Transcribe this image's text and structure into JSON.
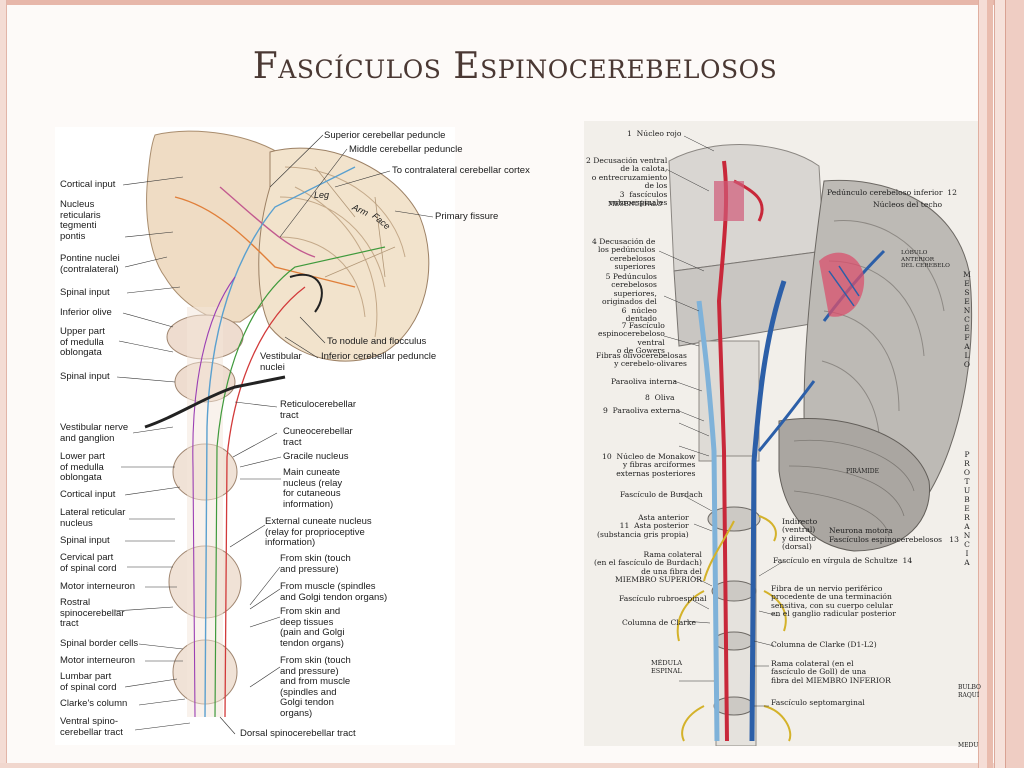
{
  "slide": {
    "title": "Fascículos Espinocerebelosos"
  },
  "left_figure": {
    "labels_left": [
      "Cortical input",
      "Nucleus\nreticularis\ntegmenti\npontis",
      "Pontine nuclei\n(contralateral)",
      "Spinal input",
      "Inferior olive",
      "Upper part\nof medulla\noblongata",
      "Spinal input",
      "Vestibular nerve\nand ganglion",
      "Lower part\nof medulla\noblongata",
      "Cortical input",
      "Lateral reticular\nnucleus",
      "Spinal input",
      "Cervical part\nof spinal cord",
      "Motor interneuron",
      "Rostral\nspinocerebellar\ntract",
      "Spinal border cells",
      "Motor interneuron",
      "Lumbar part\nof spinal cord",
      "Clarke's column",
      "Ventral spino-\ncerebellar tract"
    ],
    "labels_right": [
      "Superior cerebellar peduncle",
      "Middle cerebellar peduncle",
      "To contralateral cerebellar cortex",
      "Primary fissure",
      "To nodule and flocculus",
      "Vestibular\nnuclei",
      "Inferior cerebellar peduncle",
      "Reticulocerebellar\ntract",
      "Cuneocerebellar\ntract",
      "Gracile nucleus",
      "Main cuneate\nnucleus (relay\nfor cutaneous\ninformation)",
      "External cuneate nucleus\n(relay for proprioceptive\ninformation)",
      "From skin (touch\nand pressure)",
      "From muscle (spindles\nand Golgi tendon organs)",
      "From skin and\ndeep tissues\n(pain and Golgi\ntendon organs)",
      "From skin (touch\nand pressure)\nand from muscle\n(spindles and\nGolgi tendon\norgans)",
      "Dorsal spinocerebellar tract"
    ],
    "labels_inner": [
      "Leg",
      "Arm",
      "Face"
    ]
  },
  "right_figure": {
    "labels_left": [
      "1  Núcleo rojo",
      "2 Decusación ventral\nde la calota,\no entrecruzamiento\nde los\n3  fascículos\nrubroespinales",
      "MESENCÉFALO",
      "4 Decusación de\nlos pedúnculos\ncerebelosos\nsuperiores",
      "5 Pedúnculos\ncerebelosos\nsuperiores,\noriginados del\n6  núcleo\ndentado",
      "7 Fascículo\nespinocerebeloso\nventral\no de Gowers",
      "Fibras olivocerebelosas\ny cerebelo-olivares",
      "Paraoliva interna",
      "8  Oliva",
      "9  Paraoliva externa",
      "10  Núcleo de Monakow\ny fibras arciformes\nexternas posteriores",
      "Fascículo de Burdach",
      "Asta anterior\n11  Asta posterior\n(substancia gris propia)",
      "Rama colateral\n(en el fascículo de Burdach)\nde una fibra del\nMIEMBRO SUPERIOR",
      "Fascículo rubroespinal",
      "Columna de Clarke",
      "MÉDULA\nESPINAL"
    ],
    "labels_right": [
      "Pedúnculo cerebeloso inferior  12",
      "Núcleos del techo",
      "LÓBULO\nANTERIOR\nDEL CEREBELO",
      "Indirecto\n(ventral)\ny directo\n(dorsal)",
      "Neurona motora",
      "Fascículos espinocerebelosos   13",
      "Fascículo en vírgula de Schultze  14",
      "Fibra de un nervio periférico\nprocedente de una terminación\nsensitiva, con su cuerpo celular\nen el ganglio radicular posterior",
      "Columna de Clarke (D1-L2)",
      "Rama colateral (en el\nfascículo de Goll) de una\nfibra del MIEMBRO INFERIOR",
      "Fascículo septomarginal",
      "PIRÁMIDE",
      "BULBO\nRAQUÍ",
      "MEDU"
    ],
    "vertical_labels": [
      "MESENCÉFALO",
      "PROTUBERANCIA"
    ]
  },
  "colors": {
    "background": "#fdfaf8",
    "title": "#4a3833",
    "frame": "#e7b7aa"
  }
}
